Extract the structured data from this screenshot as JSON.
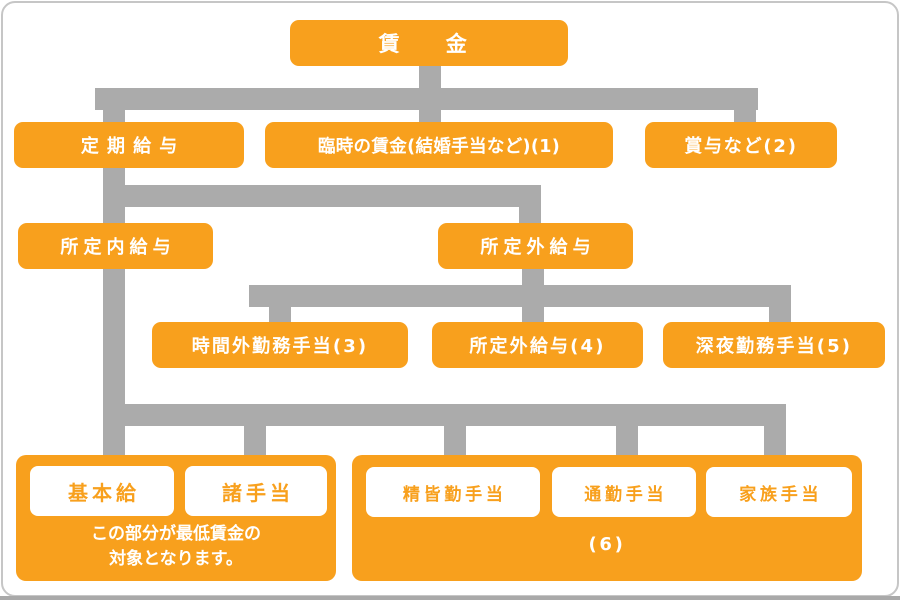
{
  "palette": {
    "box_orange": "#F8A01D",
    "connector_gray": "#ABABAB",
    "box_text_white": "#FFFFFF",
    "white_box_text_orange": "#F8A01D",
    "page_border_gray": "#C6C6C6"
  },
  "nodes": {
    "root": {
      "label": "賃　金"
    },
    "teiki": {
      "label": "定期給与"
    },
    "rinji": {
      "label": "臨時の賃金(結婚手当など)(1)"
    },
    "shoyo": {
      "label": "賞与など(2)"
    },
    "shoteinai": {
      "label": "所定内給与"
    },
    "shoteigai": {
      "label": "所定外給与"
    },
    "jikangai": {
      "label": "時間外勤務手当(3)"
    },
    "shoteigai4": {
      "label": "所定外給与(4)"
    },
    "shinya": {
      "label": "深夜勤務手当(5)"
    },
    "kihonkyu": {
      "label": "基本給"
    },
    "shoteate": {
      "label": "諸手当"
    },
    "seikaikin": {
      "label": "精皆勤手当"
    },
    "tsukin": {
      "label": "通勤手当"
    },
    "kazoku": {
      "label": "家族手当"
    }
  },
  "captions": {
    "min_wage_line1": "この部分が最低賃金の",
    "min_wage_line2": "対象となります。",
    "group6": "(6)"
  }
}
